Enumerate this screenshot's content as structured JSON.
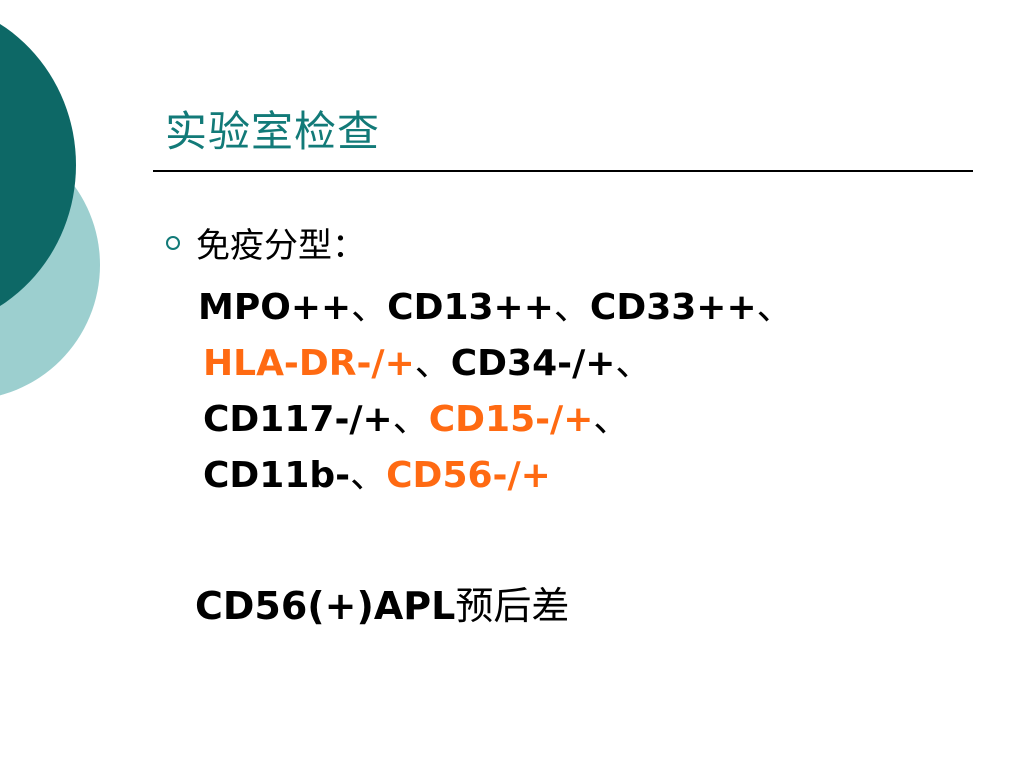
{
  "slide": {
    "title": "实验室检查",
    "bullet": "免疫分型：",
    "marker_lines": [
      {
        "parts": [
          {
            "text": "MPO++",
            "highlight": false
          },
          {
            "text": "、",
            "highlight": false,
            "sep": true
          },
          {
            "text": "CD13++",
            "highlight": false
          },
          {
            "text": "、",
            "highlight": false,
            "sep": true
          },
          {
            "text": "CD33++",
            "highlight": false
          },
          {
            "text": "、",
            "highlight": false,
            "sep": true
          }
        ]
      },
      {
        "parts": [
          {
            "text": "HLA-DR-/+",
            "highlight": true
          },
          {
            "text": "、",
            "highlight": false,
            "sep": true
          },
          {
            "text": "CD34-/+",
            "highlight": false
          },
          {
            "text": "、",
            "highlight": false,
            "sep": true
          }
        ]
      },
      {
        "parts": [
          {
            "text": "CD117-/+",
            "highlight": false
          },
          {
            "text": "、",
            "highlight": false,
            "sep": true
          },
          {
            "text": "CD15-/+",
            "highlight": true
          },
          {
            "text": "、",
            "highlight": false,
            "sep": true
          }
        ]
      },
      {
        "parts": [
          {
            "text": "CD11b-",
            "highlight": false
          },
          {
            "text": "、",
            "highlight": false,
            "sep": true
          },
          {
            "text": "CD56-/+",
            "highlight": true
          }
        ]
      }
    ],
    "conclusion": {
      "bold_part": "CD56(+)APL",
      "normal_part": "预后差"
    }
  },
  "colors": {
    "title": "#127a78",
    "highlight": "#ff6a12",
    "circle_dark": "#0d6866",
    "circle_light": "#9ccfcf"
  }
}
